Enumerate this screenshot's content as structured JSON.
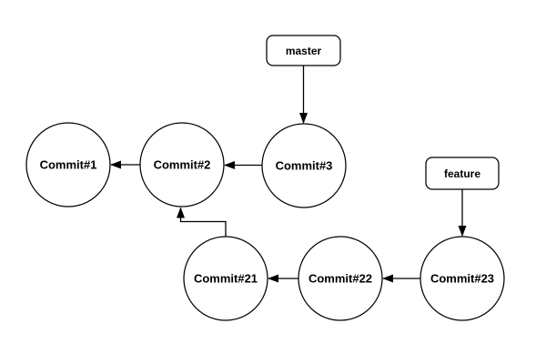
{
  "diagram": {
    "commits": {
      "c1": {
        "label": "Commit#1"
      },
      "c2": {
        "label": "Commit#2"
      },
      "c3": {
        "label": "Commit#3"
      },
      "c21": {
        "label": "Commit#21"
      },
      "c22": {
        "label": "Commit#22"
      },
      "c23": {
        "label": "Commit#23"
      }
    },
    "branches": {
      "master": {
        "label": "master",
        "points_to": "Commit#3"
      },
      "feature": {
        "label": "feature",
        "points_to": "Commit#23"
      }
    },
    "edges": [
      {
        "from": "Commit#2",
        "to": "Commit#1"
      },
      {
        "from": "Commit#3",
        "to": "Commit#2"
      },
      {
        "from": "master",
        "to": "Commit#3"
      },
      {
        "from": "feature",
        "to": "Commit#23"
      },
      {
        "from": "Commit#23",
        "to": "Commit#22"
      },
      {
        "from": "Commit#22",
        "to": "Commit#21"
      },
      {
        "from": "Commit#21",
        "to": "Commit#2"
      }
    ],
    "colors": {
      "background": "#ffffff",
      "shape_fill": "#ffffff",
      "shape_stroke": "#000000",
      "text": "#000000"
    }
  }
}
